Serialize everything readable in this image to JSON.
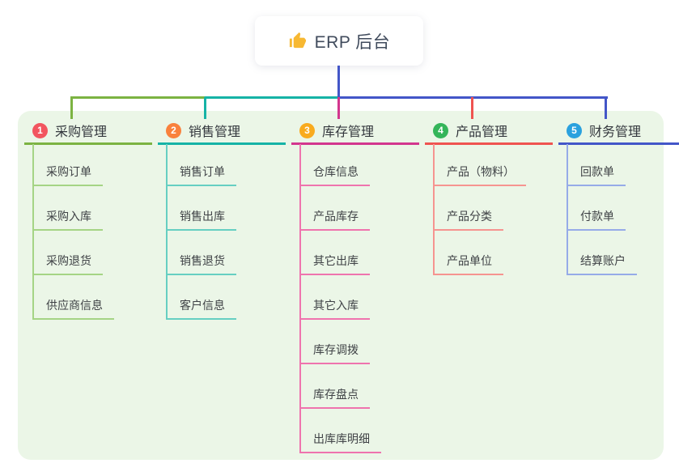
{
  "root": {
    "title": "ERP 后台",
    "icon": "thumbs-up-icon",
    "icon_color": "#f7b832"
  },
  "connectors": {
    "root_color": "#4356c8",
    "bus_segments": [
      "#7cb342",
      "#16b3a6",
      "#4356c8"
    ]
  },
  "panel_color": "#ebf6e7",
  "branches": [
    {
      "num": "1",
      "label": "采购管理",
      "badge_color": "#f2555f",
      "line_color": "#7cb342",
      "child_line_color": "#a5d485",
      "children": [
        "采购订单",
        "采购入库",
        "采购退货",
        "供应商信息"
      ]
    },
    {
      "num": "2",
      "label": "销售管理",
      "badge_color": "#f9813c",
      "line_color": "#16b3a6",
      "child_line_color": "#66cfc2",
      "children": [
        "销售订单",
        "销售出库",
        "销售退货",
        "客户信息"
      ]
    },
    {
      "num": "3",
      "label": "库存管理",
      "badge_color": "#f9ab1e",
      "line_color": "#d3368e",
      "child_line_color": "#ef74ae",
      "children": [
        "仓库信息",
        "产品库存",
        "其它出库",
        "其它入库",
        "库存调拨",
        "库存盘点",
        "出库库明细"
      ]
    },
    {
      "num": "4",
      "label": "产品管理",
      "badge_color": "#34b559",
      "line_color": "#ef5350",
      "child_line_color": "#f69490",
      "children": [
        "产品（物料）",
        "产品分类",
        "产品单位"
      ]
    },
    {
      "num": "5",
      "label": "财务管理",
      "badge_color": "#2aa1de",
      "line_color": "#4356c8",
      "child_line_color": "#96abe8",
      "children": [
        "回款单",
        "付款单",
        "结算账户"
      ]
    }
  ]
}
